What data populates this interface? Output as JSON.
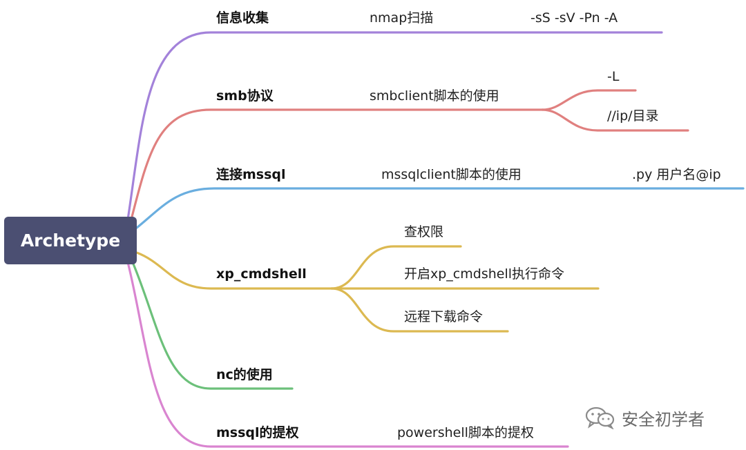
{
  "root": {
    "label": "Archetype",
    "color": "#4b4f72"
  },
  "branches": [
    {
      "label": "信息收集",
      "color": "#a382da",
      "children": [
        {
          "label": "nmap扫描",
          "children": [
            {
              "label": "-sS -sV -Pn -A"
            }
          ]
        }
      ]
    },
    {
      "label": "smb协议",
      "color": "#e0807f",
      "children": [
        {
          "label": "smbclient脚本的使用",
          "children": [
            {
              "label": "-L"
            },
            {
              "label": "//ip/目录"
            }
          ]
        }
      ]
    },
    {
      "label": "连接mssql",
      "color": "#6aaedf",
      "children": [
        {
          "label": "mssqlclient脚本的使用",
          "children": [
            {
              "label": ".py 用户名@ip"
            }
          ]
        }
      ]
    },
    {
      "label": "xp_cmdshell",
      "color": "#dcb951",
      "children": [
        {
          "label": "查权限"
        },
        {
          "label": "开启xp_cmdshell执行命令"
        },
        {
          "label": "远程下载命令"
        }
      ]
    },
    {
      "label": "nc的使用",
      "color": "#6cc07a",
      "children": []
    },
    {
      "label": "mssql的提权",
      "color": "#d985d0",
      "children": [
        {
          "label": "powershell脚本的提权"
        }
      ]
    }
  ],
  "watermark": {
    "text": "安全初学者",
    "icon": "wechat-icon"
  }
}
